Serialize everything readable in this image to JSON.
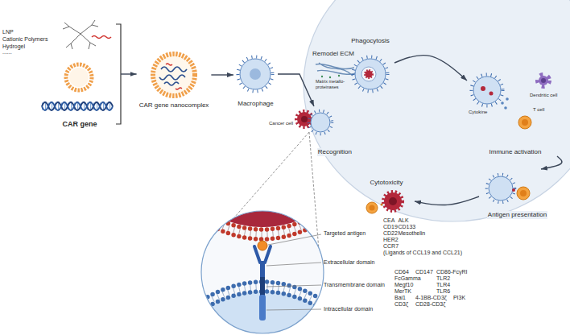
{
  "diagram": {
    "nodes": [
      {
        "text": [
          "CAR gene"
        ]
      },
      {
        "text": [
          "CAR gene nanocomplex"
        ]
      },
      {
        "text": [
          "Macrophage"
        ]
      },
      {
        "text": [
          "Recognition"
        ]
      },
      {
        "text": [
          "Phagocytosis"
        ]
      },
      {
        "text": [
          "Immune activation"
        ]
      },
      {
        "text": [
          "Antigen presentation"
        ]
      },
      {
        "text": [
          "Cytotoxicity"
        ]
      }
    ],
    "edges": [
      {
        "from": 0,
        "to": 1,
        "arrow": "to"
      },
      {
        "from": 1,
        "to": 2,
        "arrow": "to"
      },
      {
        "from": 2,
        "to": 3,
        "arrow": "to"
      },
      {
        "from": 4,
        "to": 5,
        "arrow": "to"
      },
      {
        "from": 5,
        "to": 6,
        "arrow": "to"
      },
      {
        "from": 6,
        "to": 7,
        "arrow": "to"
      }
    ],
    "labels": [
      "LNP",
      "Cationic Polymers",
      "Hydrogel",
      "......",
      "Remodel ECM",
      "Matrix metallo-proteinases",
      "Cancer cell",
      "Cytokine",
      "Dendritic cell",
      "T cell",
      "Targeted antigen",
      "Extracellular domain",
      "Transmembrane domain",
      "Intracellular domain",
      "CEA",
      "ALK",
      "CD19",
      "CD133",
      "CD22",
      "Mesothelin",
      "HER2",
      "CCR7",
      "(Ligands of CCL19 and CCL21)",
      "CD64",
      "CD147",
      "CD86-FcγRI",
      "FcGamma",
      "TLR2",
      "Megf10",
      "TLR4",
      "MerTK",
      "TLR6",
      "Bai1",
      "4-1BB-CD3ζ",
      "PI3K",
      "CD3ζ",
      "CD28-CD3ζ"
    ]
  }
}
